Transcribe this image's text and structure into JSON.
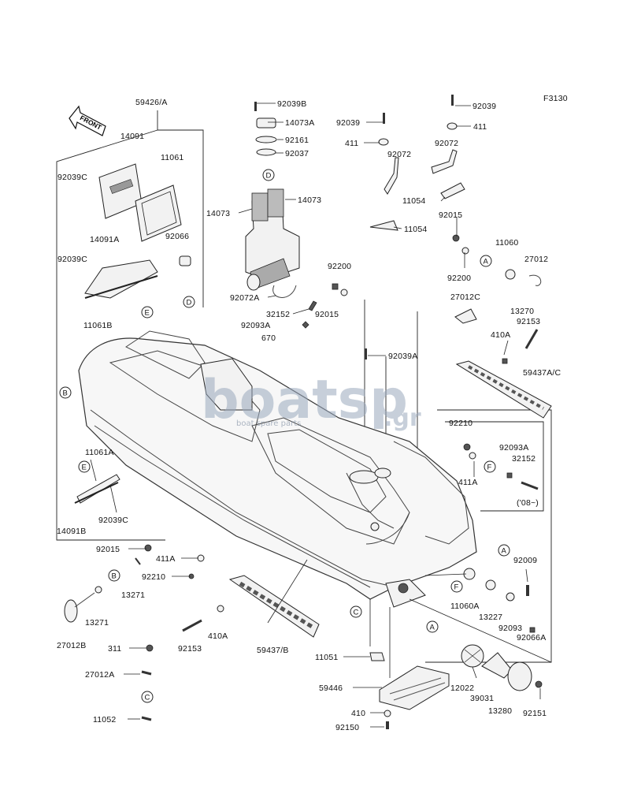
{
  "diagram": {
    "code": "F3130",
    "front_label": "FRONT",
    "watermark": {
      "main": "boatsp",
      "tld": ".gr",
      "tagline": "boat spare parts"
    },
    "parts": [
      {
        "id": "p1",
        "label": "59426/A"
      },
      {
        "id": "p2",
        "label": "14091"
      },
      {
        "id": "p3",
        "label": "11061"
      },
      {
        "id": "p4",
        "label": "92039C"
      },
      {
        "id": "p5",
        "label": "14091A"
      },
      {
        "id": "p6",
        "label": "92066"
      },
      {
        "id": "p7",
        "label": "92039C"
      },
      {
        "id": "p8",
        "label": "11061B"
      },
      {
        "id": "p9",
        "label": "92039B"
      },
      {
        "id": "p10",
        "label": "14073A"
      },
      {
        "id": "p11",
        "label": "92161"
      },
      {
        "id": "p12",
        "label": "92037"
      },
      {
        "id": "p13",
        "label": "14073"
      },
      {
        "id": "p14",
        "label": "14073"
      },
      {
        "id": "p15",
        "label": "92072A"
      },
      {
        "id": "p16",
        "label": "32152"
      },
      {
        "id": "p17",
        "label": "92093A"
      },
      {
        "id": "p18",
        "label": "670"
      },
      {
        "id": "p19",
        "label": "92015"
      },
      {
        "id": "p20",
        "label": "92200"
      },
      {
        "id": "p21",
        "label": "92039"
      },
      {
        "id": "p22",
        "label": "411"
      },
      {
        "id": "p23",
        "label": "92072"
      },
      {
        "id": "p24",
        "label": "11054"
      },
      {
        "id": "p25",
        "label": "92039"
      },
      {
        "id": "p26",
        "label": "411"
      },
      {
        "id": "p27",
        "label": "92072"
      },
      {
        "id": "p28",
        "label": "11054"
      },
      {
        "id": "p29",
        "label": "92015"
      },
      {
        "id": "p30",
        "label": "11060"
      },
      {
        "id": "p31",
        "label": "27012"
      },
      {
        "id": "p32",
        "label": "92200"
      },
      {
        "id": "p33",
        "label": "13270"
      },
      {
        "id": "p34",
        "label": "92153"
      },
      {
        "id": "p35",
        "label": "27012C"
      },
      {
        "id": "p36",
        "label": "410A"
      },
      {
        "id": "p37",
        "label": "92039A"
      },
      {
        "id": "p38",
        "label": "59437A/C"
      },
      {
        "id": "p39",
        "label": "92210"
      },
      {
        "id": "p40",
        "label": "92093A"
      },
      {
        "id": "p41",
        "label": "32152"
      },
      {
        "id": "p42",
        "label": "411A"
      },
      {
        "id": "p43",
        "label": "('08~)"
      },
      {
        "id": "p44",
        "label": "11061A"
      },
      {
        "id": "p45",
        "label": "92039C"
      },
      {
        "id": "p46",
        "label": "14091B"
      },
      {
        "id": "p47",
        "label": "92015"
      },
      {
        "id": "p48",
        "label": "411A"
      },
      {
        "id": "p49",
        "label": "92210"
      },
      {
        "id": "p50",
        "label": "13271"
      },
      {
        "id": "p51",
        "label": "13271"
      },
      {
        "id": "p52",
        "label": "27012B"
      },
      {
        "id": "p53",
        "label": "92153"
      },
      {
        "id": "p54",
        "label": "410A"
      },
      {
        "id": "p55",
        "label": "59437/B"
      },
      {
        "id": "p56",
        "label": "311"
      },
      {
        "id": "p57",
        "label": "27012A"
      },
      {
        "id": "p58",
        "label": "11052"
      },
      {
        "id": "p59",
        "label": "11051"
      },
      {
        "id": "p60",
        "label": "59446"
      },
      {
        "id": "p61",
        "label": "410"
      },
      {
        "id": "p62",
        "label": "92150"
      },
      {
        "id": "p63",
        "label": "12022"
      },
      {
        "id": "p64",
        "label": "39031"
      },
      {
        "id": "p65",
        "label": "13280"
      },
      {
        "id": "p66",
        "label": "92151"
      },
      {
        "id": "p67",
        "label": "92009"
      },
      {
        "id": "p68",
        "label": "11060A"
      },
      {
        "id": "p69",
        "label": "13227"
      },
      {
        "id": "p70",
        "label": "92093"
      },
      {
        "id": "p71",
        "label": "92066A"
      }
    ],
    "markers": [
      {
        "id": "m1",
        "letter": "D"
      },
      {
        "id": "m2",
        "letter": "E"
      },
      {
        "id": "m3",
        "letter": "D"
      },
      {
        "id": "m4",
        "letter": "B"
      },
      {
        "id": "m5",
        "letter": "E"
      },
      {
        "id": "m6",
        "letter": "A"
      },
      {
        "id": "m7",
        "letter": "F"
      },
      {
        "id": "m8",
        "letter": "B"
      },
      {
        "id": "m9",
        "letter": "C"
      },
      {
        "id": "m10",
        "letter": "A"
      },
      {
        "id": "m11",
        "letter": "F"
      },
      {
        "id": "m12",
        "letter": "A"
      },
      {
        "id": "m13",
        "letter": "C"
      }
    ]
  }
}
